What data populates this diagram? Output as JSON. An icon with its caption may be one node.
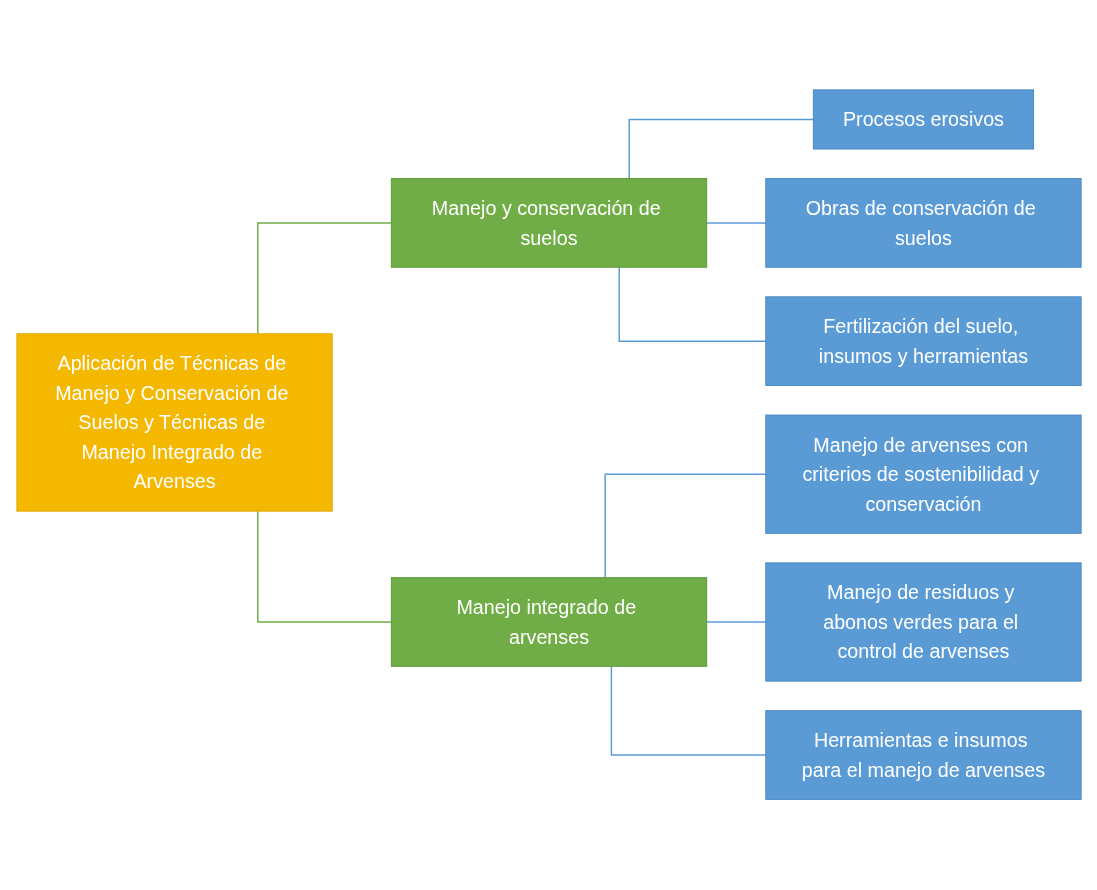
{
  "diagram": {
    "nodes": [
      {
        "text": [
          "Aplicación de Técnicas de Manejo y Conservación de Suelos y Técnicas de Manejo Integrado de Arvenses"
        ]
      },
      {
        "text": [
          "Manejo y conservación de suelos"
        ]
      },
      {
        "text": [
          "Procesos erosivos"
        ]
      },
      {
        "text": [
          "Obras de conservación de suelos"
        ]
      },
      {
        "text": [
          "Fertilización del suelo, insumos y herramientas"
        ]
      },
      {
        "text": [
          "Manejo integrado de arvenses"
        ]
      },
      {
        "text": [
          "Manejo de arvenses con criterios de sostenibilidad y conservación"
        ]
      },
      {
        "text": [
          "Manejo de residuos y abonos verdes para el control de arvenses"
        ]
      },
      {
        "text": [
          "Herramientas e insumos para el manejo de arvenses"
        ]
      }
    ],
    "edges": [
      {
        "from": 0,
        "to": 1,
        "arrow": "none",
        "color": "#70ad47"
      },
      {
        "from": 0,
        "to": 5,
        "arrow": "none",
        "color": "#70ad47"
      },
      {
        "from": 1,
        "to": 2,
        "arrow": "none"
      },
      {
        "from": 1,
        "to": 3,
        "arrow": "none"
      },
      {
        "from": 1,
        "to": 4,
        "arrow": "none"
      },
      {
        "from": 5,
        "to": 6,
        "arrow": "none"
      },
      {
        "from": 5,
        "to": 7,
        "arrow": "none"
      },
      {
        "from": 5,
        "to": 8,
        "arrow": "none"
      }
    ]
  }
}
